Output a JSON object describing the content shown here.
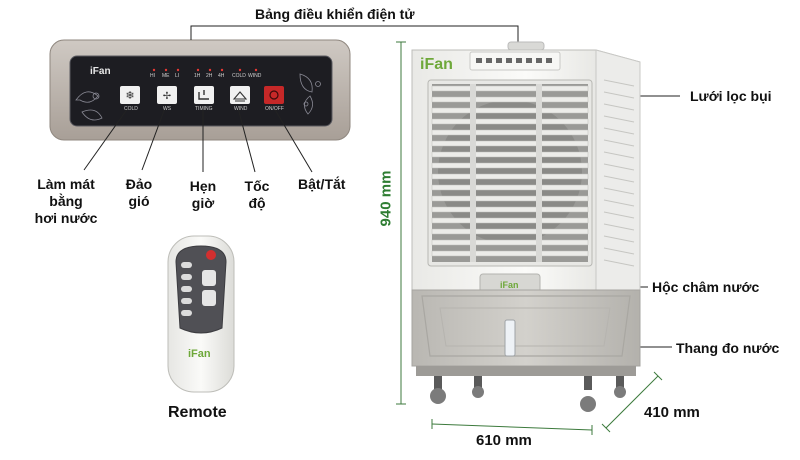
{
  "panel": {
    "title": "Bảng điều khiển điện tử",
    "brand": "iFan",
    "indicators": [
      "HI",
      "ME",
      "LI",
      "1H",
      "2H",
      "4H",
      "COLD",
      "WIND"
    ],
    "buttons": [
      {
        "caption": "COLD"
      },
      {
        "caption": "WS"
      },
      {
        "caption": "TIMING"
      },
      {
        "caption": "WIND"
      },
      {
        "caption": "ON/OFF"
      }
    ]
  },
  "callouts": {
    "cooling": [
      "Làm mát",
      "bằng",
      "hơi nước"
    ],
    "swing": [
      "Đảo",
      "gió"
    ],
    "timer": [
      "Hẹn",
      "giờ"
    ],
    "speed": [
      "Tốc",
      "độ"
    ],
    "power": "Bật/Tắt",
    "dust_filter": "Lưới lọc bụi",
    "water_inlet": "Hộc châm nước",
    "water_gauge": "Thang đo nước"
  },
  "remote": {
    "label": "Remote",
    "brand": "iFan"
  },
  "product": {
    "brand": "iFan"
  },
  "dimensions": {
    "height": "940 mm",
    "width": "610 mm",
    "depth": "410 mm"
  },
  "colors": {
    "accent_green": "#2e7d32",
    "panel_dark": "#1d1d22",
    "power_red": "#c62828",
    "body_white": "#f4f4f2",
    "tank_grey": "#c9c7c3"
  }
}
